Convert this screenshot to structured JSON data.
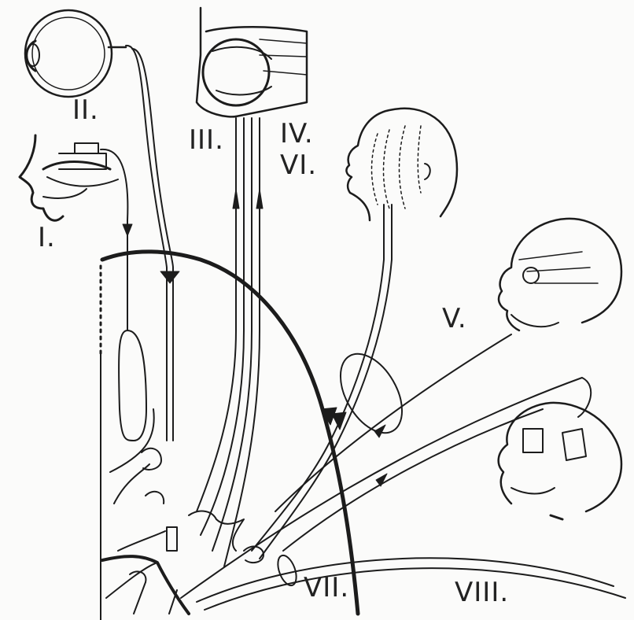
{
  "labels": {
    "i": "I.",
    "ii": "II.",
    "iii": "III.",
    "iv": "IV.",
    "vi": "VI.",
    "v": "V.",
    "vii": "VII.",
    "viii": "VIII."
  },
  "colors": {
    "ink": "#1c1c1c",
    "paper": "#fbfbfa"
  }
}
